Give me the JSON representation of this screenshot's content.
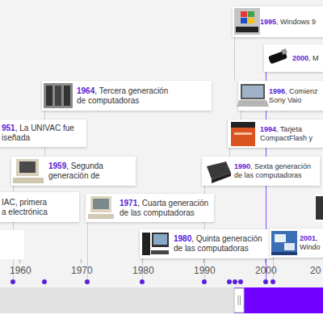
{
  "diagram": {
    "nodes": [
      {
        "text": [
          "1995",
          ", Windows 9"
        ]
      },
      {
        "text": [
          "2000",
          ", M"
        ]
      },
      {
        "text": [
          "1964",
          ", Tercera generación de computadoras"
        ]
      },
      {
        "text": [
          "1996",
          ", Comienz Sony Vaio"
        ]
      },
      {
        "text": [
          "951",
          ", La UNIVAC fue iseñada"
        ]
      },
      {
        "text": [
          "1994",
          ", Tarjeta CompactFlash y"
        ]
      },
      {
        "text": [
          "1959",
          ", Segunda generación de"
        ]
      },
      {
        "text": [
          "1990",
          ", Sexta generación de las computadoras"
        ]
      },
      {
        "text": [
          "IAC, primera a electrónica"
        ]
      },
      {
        "text": [
          "1971",
          ", Cuarta generación de las computadoras"
        ]
      },
      {
        "text": [
          "1980",
          ", Quinta generación de las computadoras"
        ]
      },
      {
        "text": [
          "2001",
          ", Windo"
        ]
      }
    ],
    "labels": [
      "1960",
      "1970",
      "1980",
      "1990",
      "2000",
      "20"
    ]
  }
}
